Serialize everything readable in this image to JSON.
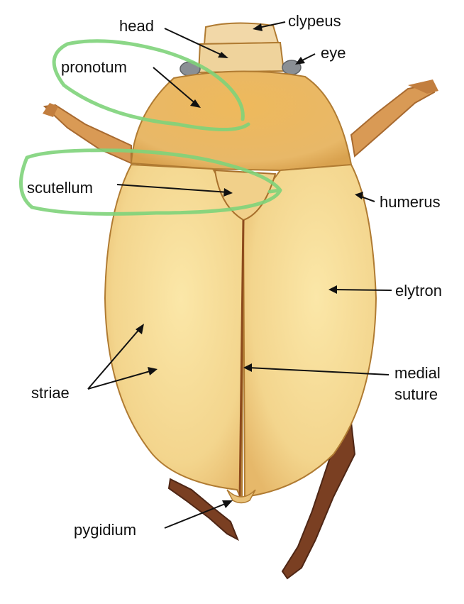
{
  "diagram": {
    "labels": {
      "head": "head",
      "clypeus": "clypeus",
      "eye": "eye",
      "pronotum": "pronotum",
      "scutellum": "scutellum",
      "humerus": "humerus",
      "elytron": "elytron",
      "striae": "striae",
      "medial_suture_line1": "medial",
      "medial_suture_line2": "suture",
      "pygidium": "pygidium"
    },
    "colors": {
      "highlight": "#7ed37a",
      "body_light": "#f6dc98",
      "body_mid": "#eec878",
      "pronotum": "#e9b657",
      "edge": "#b07b32",
      "suture": "#8d4a1c",
      "leg": "#d99a55",
      "leg_dark": "#5a2d1a"
    }
  }
}
